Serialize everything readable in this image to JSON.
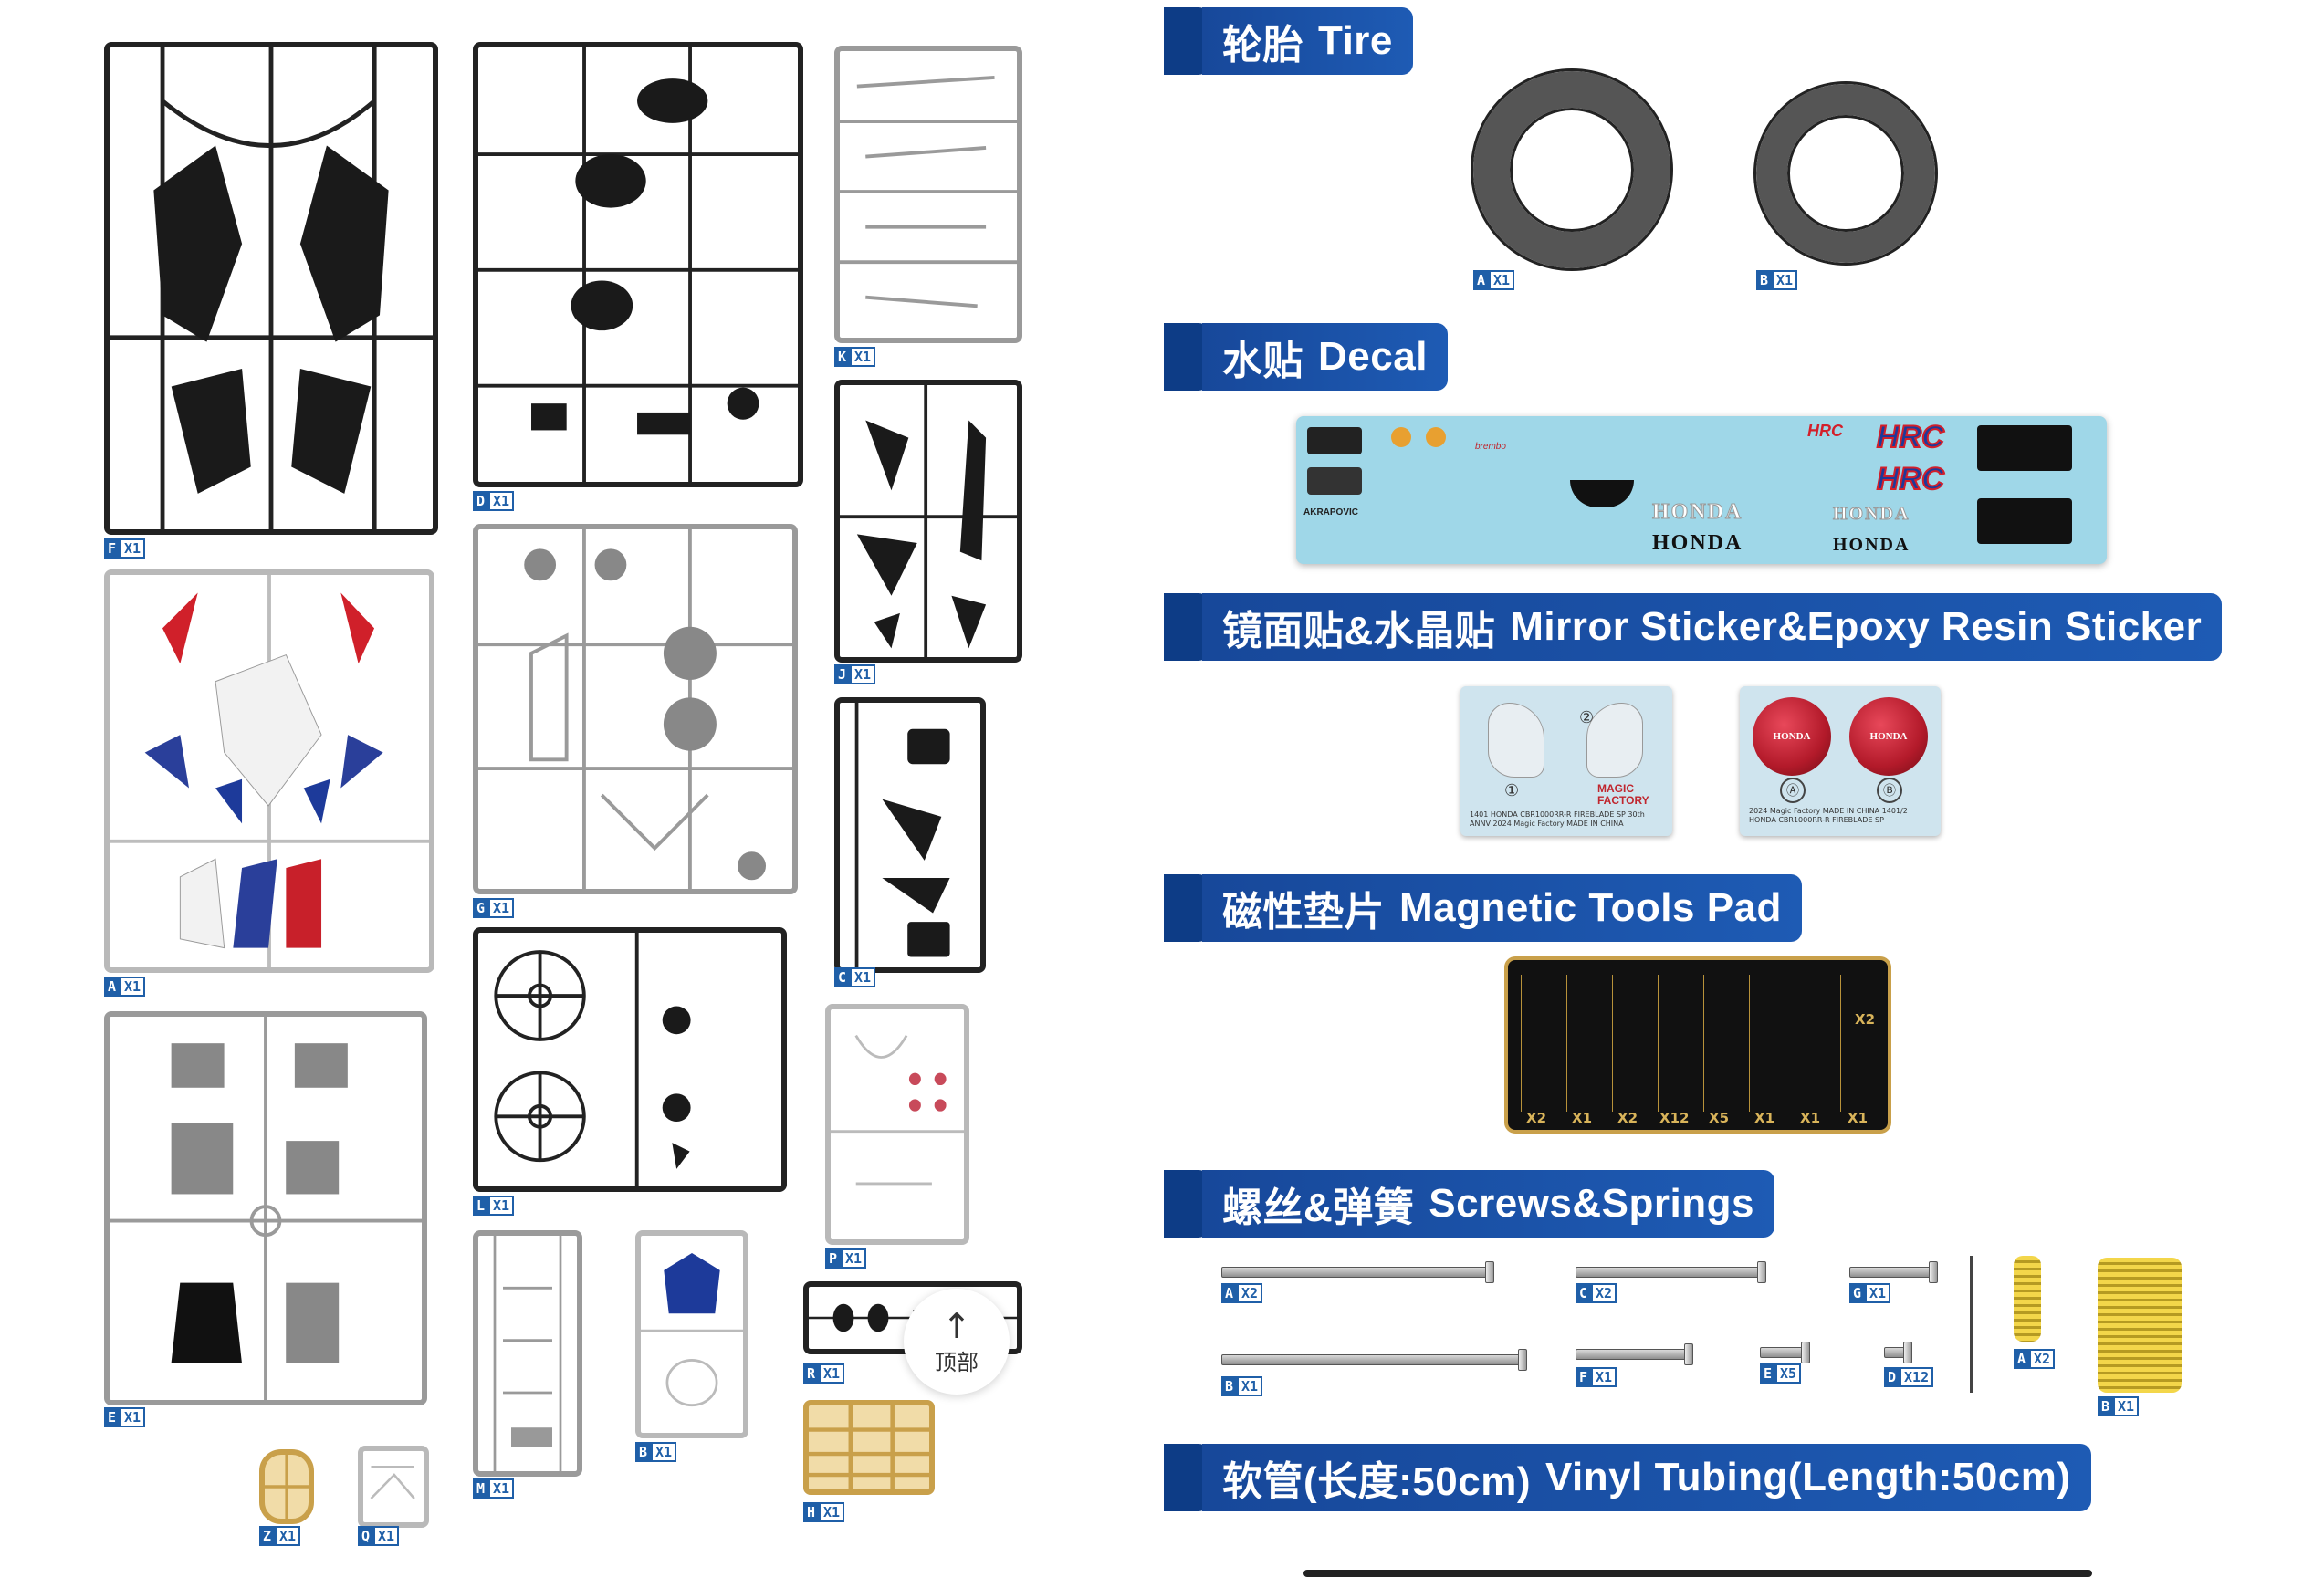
{
  "sprue_tags": [
    {
      "id": "F",
      "letter": "F",
      "qty": "X1"
    },
    {
      "id": "D",
      "letter": "D",
      "qty": "X1"
    },
    {
      "id": "K",
      "letter": "K",
      "qty": "X1"
    },
    {
      "id": "J",
      "letter": "J",
      "qty": "X1"
    },
    {
      "id": "A",
      "letter": "A",
      "qty": "X1"
    },
    {
      "id": "G",
      "letter": "G",
      "qty": "X1"
    },
    {
      "id": "C",
      "letter": "C",
      "qty": "X1"
    },
    {
      "id": "E",
      "letter": "E",
      "qty": "X1"
    },
    {
      "id": "L",
      "letter": "L",
      "qty": "X1"
    },
    {
      "id": "P",
      "letter": "P",
      "qty": "X1"
    },
    {
      "id": "M",
      "letter": "M",
      "qty": "X1"
    },
    {
      "id": "B",
      "letter": "B",
      "qty": "X1"
    },
    {
      "id": "R",
      "letter": "R",
      "qty": "X1"
    },
    {
      "id": "H",
      "letter": "H",
      "qty": "X1"
    },
    {
      "id": "Z",
      "letter": "Z",
      "qty": "X1"
    },
    {
      "id": "Q",
      "letter": "Q",
      "qty": "X1"
    }
  ],
  "back_to_top": {
    "label": "顶部",
    "icon": "up-arrow-icon"
  },
  "sections": {
    "tire": {
      "zh": "轮胎",
      "en": "Tire"
    },
    "decal": {
      "zh": "水贴",
      "en": "Decal"
    },
    "mirror": {
      "zh": "镜面贴&水晶贴",
      "en": "Mirror Sticker&Epoxy Resin Sticker"
    },
    "pad": {
      "zh": "磁性垫片",
      "en": "Magnetic Tools Pad"
    },
    "screws": {
      "zh": "螺丝&弹簧",
      "en": "Screws&Springs"
    },
    "tubing": {
      "zh": "软管(长度:50cm)",
      "en": "Vinyl Tubing(Length:50cm)"
    }
  },
  "tires": [
    {
      "letter": "A",
      "qty": "X1"
    },
    {
      "letter": "B",
      "qty": "X1"
    }
  ],
  "decal_sheet": {
    "hrc": "HRC",
    "honda": "HONDA",
    "akrapovic": "AKRAPOVIC",
    "brembo": "brembo"
  },
  "mirror_sheet": {
    "num1": "①",
    "num2": "②",
    "brand": "MAGIC FACTORY",
    "caption_left": "1401 HONDA CBR1000RR-R FIREBLADE SP 30th ANNV 2024 Magic Factory MADE IN CHINA",
    "caption_right": "2024 Magic Factory MADE IN CHINA 1401/2 HONDA CBR1000RR-R FIREBLADE SP",
    "emblem_text": "HONDA",
    "letter_a": "Ⓐ",
    "letter_b": "Ⓑ"
  },
  "pad_counts": [
    "X2",
    "X1",
    "X2",
    "X12",
    "X5",
    "X1",
    "X1",
    "X1"
  ],
  "pad_side_count": "X2",
  "screws": [
    {
      "letter": "A",
      "qty": "X2"
    },
    {
      "letter": "C",
      "qty": "X2"
    },
    {
      "letter": "G",
      "qty": "X1"
    },
    {
      "letter": "B",
      "qty": "X1"
    },
    {
      "letter": "F",
      "qty": "X1"
    },
    {
      "letter": "E",
      "qty": "X5"
    },
    {
      "letter": "D",
      "qty": "X12"
    }
  ],
  "springs": [
    {
      "letter": "A",
      "qty": "X2"
    },
    {
      "letter": "B",
      "qty": "X1"
    }
  ],
  "colors": {
    "banner": "#1e5bb4",
    "tag": "#1f5fa8",
    "decal": "#9fd7e8",
    "pad_gold": "#c9a04a"
  }
}
